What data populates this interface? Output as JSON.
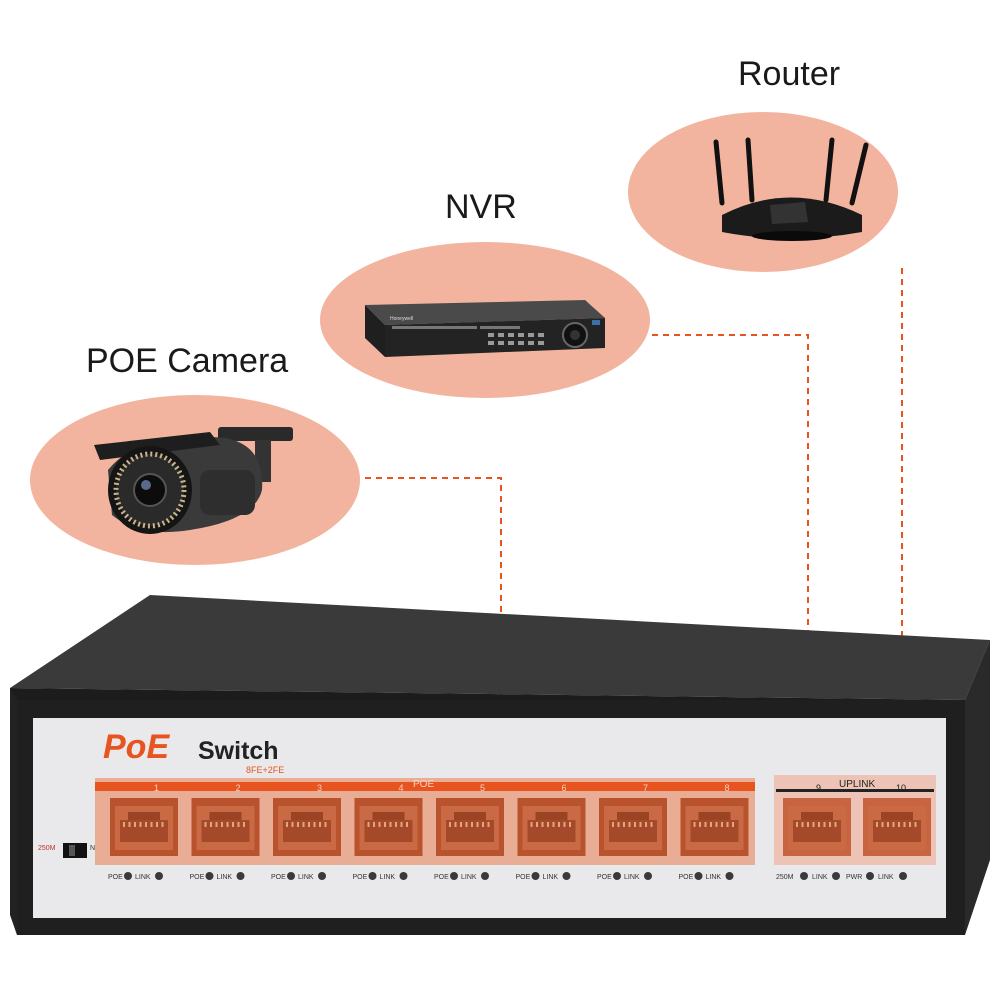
{
  "devices": {
    "router": {
      "label": "Router"
    },
    "nvr": {
      "label": "NVR",
      "brand": "Honeywell"
    },
    "camera": {
      "label": "POE Camera"
    }
  },
  "switch": {
    "brand_poe": "PoE",
    "brand_switch": "Switch",
    "model": "8FE+2FE",
    "poe_group_label": "POE",
    "uplink_group_label": "UPLINK",
    "dip_label": "250M",
    "dip_on": "N",
    "poe_ports": [
      "1",
      "2",
      "3",
      "4",
      "5",
      "6",
      "7",
      "8"
    ],
    "uplink_ports": [
      "9",
      "10"
    ],
    "led_poe": "POE",
    "led_link": "LINK",
    "led_250m": "250M",
    "led_pwr": "PWR"
  },
  "colors": {
    "accent": "#e8541f",
    "highlight_fill": "#f2b49e",
    "port_fill": "#b8532e",
    "connector": "#e8541f"
  },
  "icons": {
    "router": "router-icon",
    "nvr": "nvr-icon",
    "camera": "camera-icon",
    "switch": "switch-icon"
  }
}
